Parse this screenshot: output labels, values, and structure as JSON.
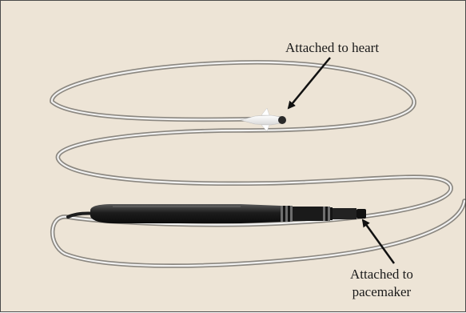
{
  "figure": {
    "background_color": "#ede4d6",
    "labels": {
      "heart": "Attached to heart",
      "pacemaker_line1": "Attached to",
      "pacemaker_line2": "pacemaker"
    }
  }
}
